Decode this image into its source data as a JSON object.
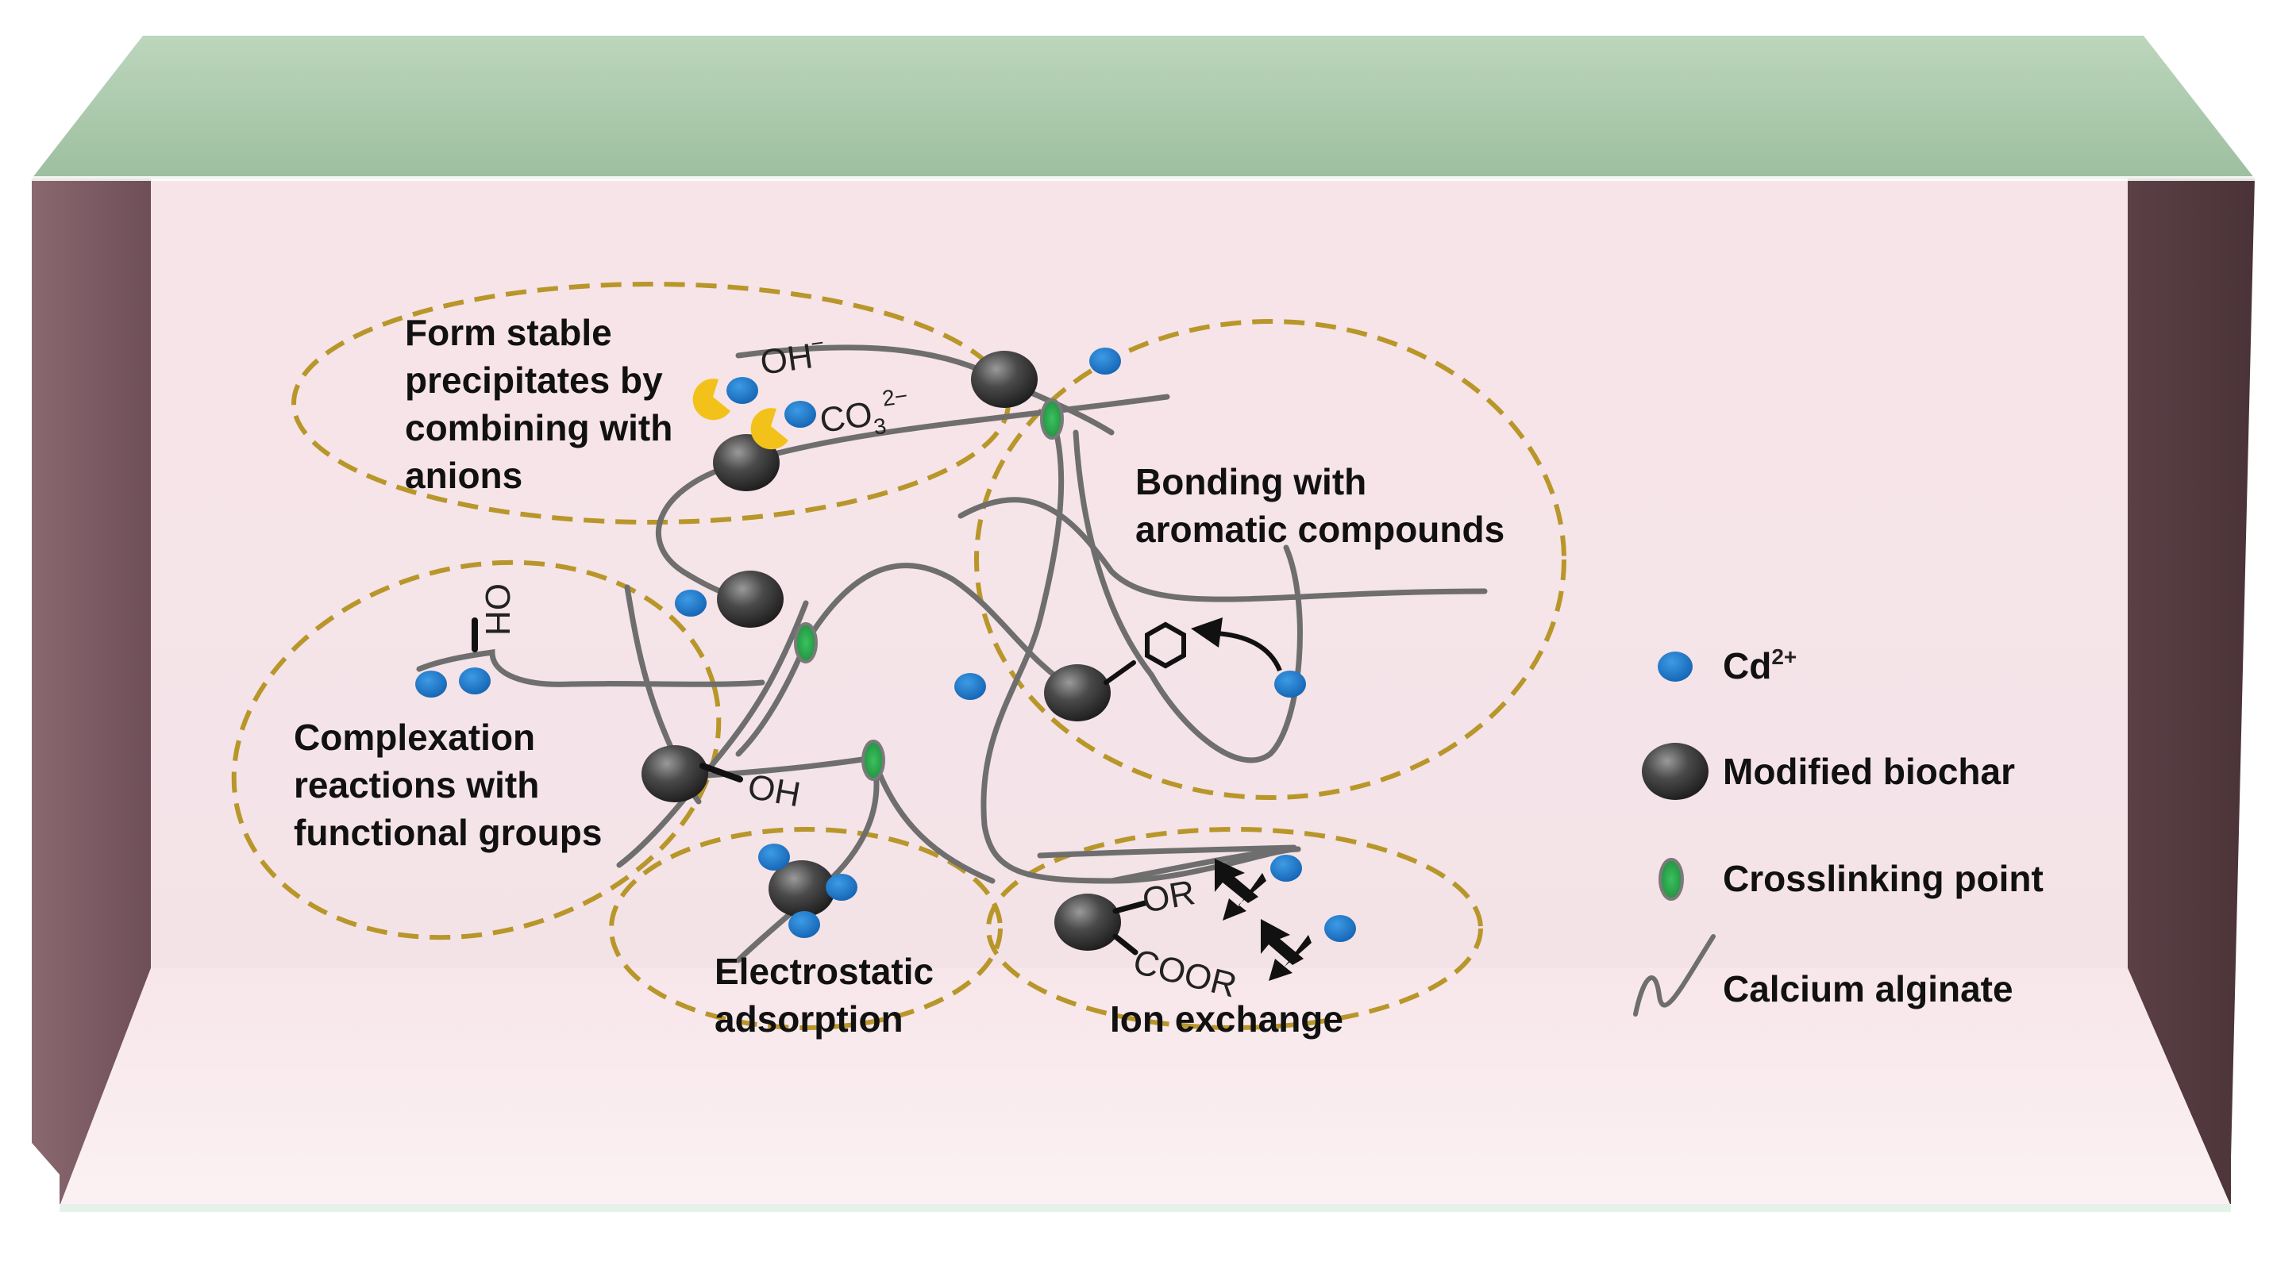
{
  "diagram": {
    "mechanisms": {
      "precipitation": [
        "Form stable",
        "precipitates by",
        "combining with",
        "anions"
      ],
      "aromatic": [
        "Bonding with",
        "aromatic compounds"
      ],
      "complexation": [
        "Complexation",
        "reactions with",
        "functional groups"
      ],
      "electrostatic": [
        "Electrostatic",
        "adsorption"
      ],
      "ion_exchange": [
        "Ion exchange"
      ]
    },
    "chem_labels": {
      "oh_anion": "OH",
      "oh_anion_charge": "−",
      "carbonate": "CO",
      "carbonate_sub": "3",
      "carbonate_charge": "2−",
      "oh_vertical": "OH",
      "oh_group": "OH",
      "or_group": "OR",
      "coor_group": "COOR"
    },
    "legend": {
      "cd": "Cd",
      "cd_charge": "2+",
      "biochar": "Modified biochar",
      "crosslink": "Crosslinking point",
      "alginate": "Calcium alginate"
    },
    "colors": {
      "cd_ion": "#1a74c9",
      "biochar": "#3a3a3a",
      "crosslink": "#2fa84f",
      "alginate_chain": "#6e6e6e",
      "ellipse_dash": "#b8962a",
      "anion_yellow": "#f2c21a",
      "back_wall": "#f6e6ea",
      "top_face": "#a8c8a8",
      "side_wall": "#7a5a62"
    }
  }
}
